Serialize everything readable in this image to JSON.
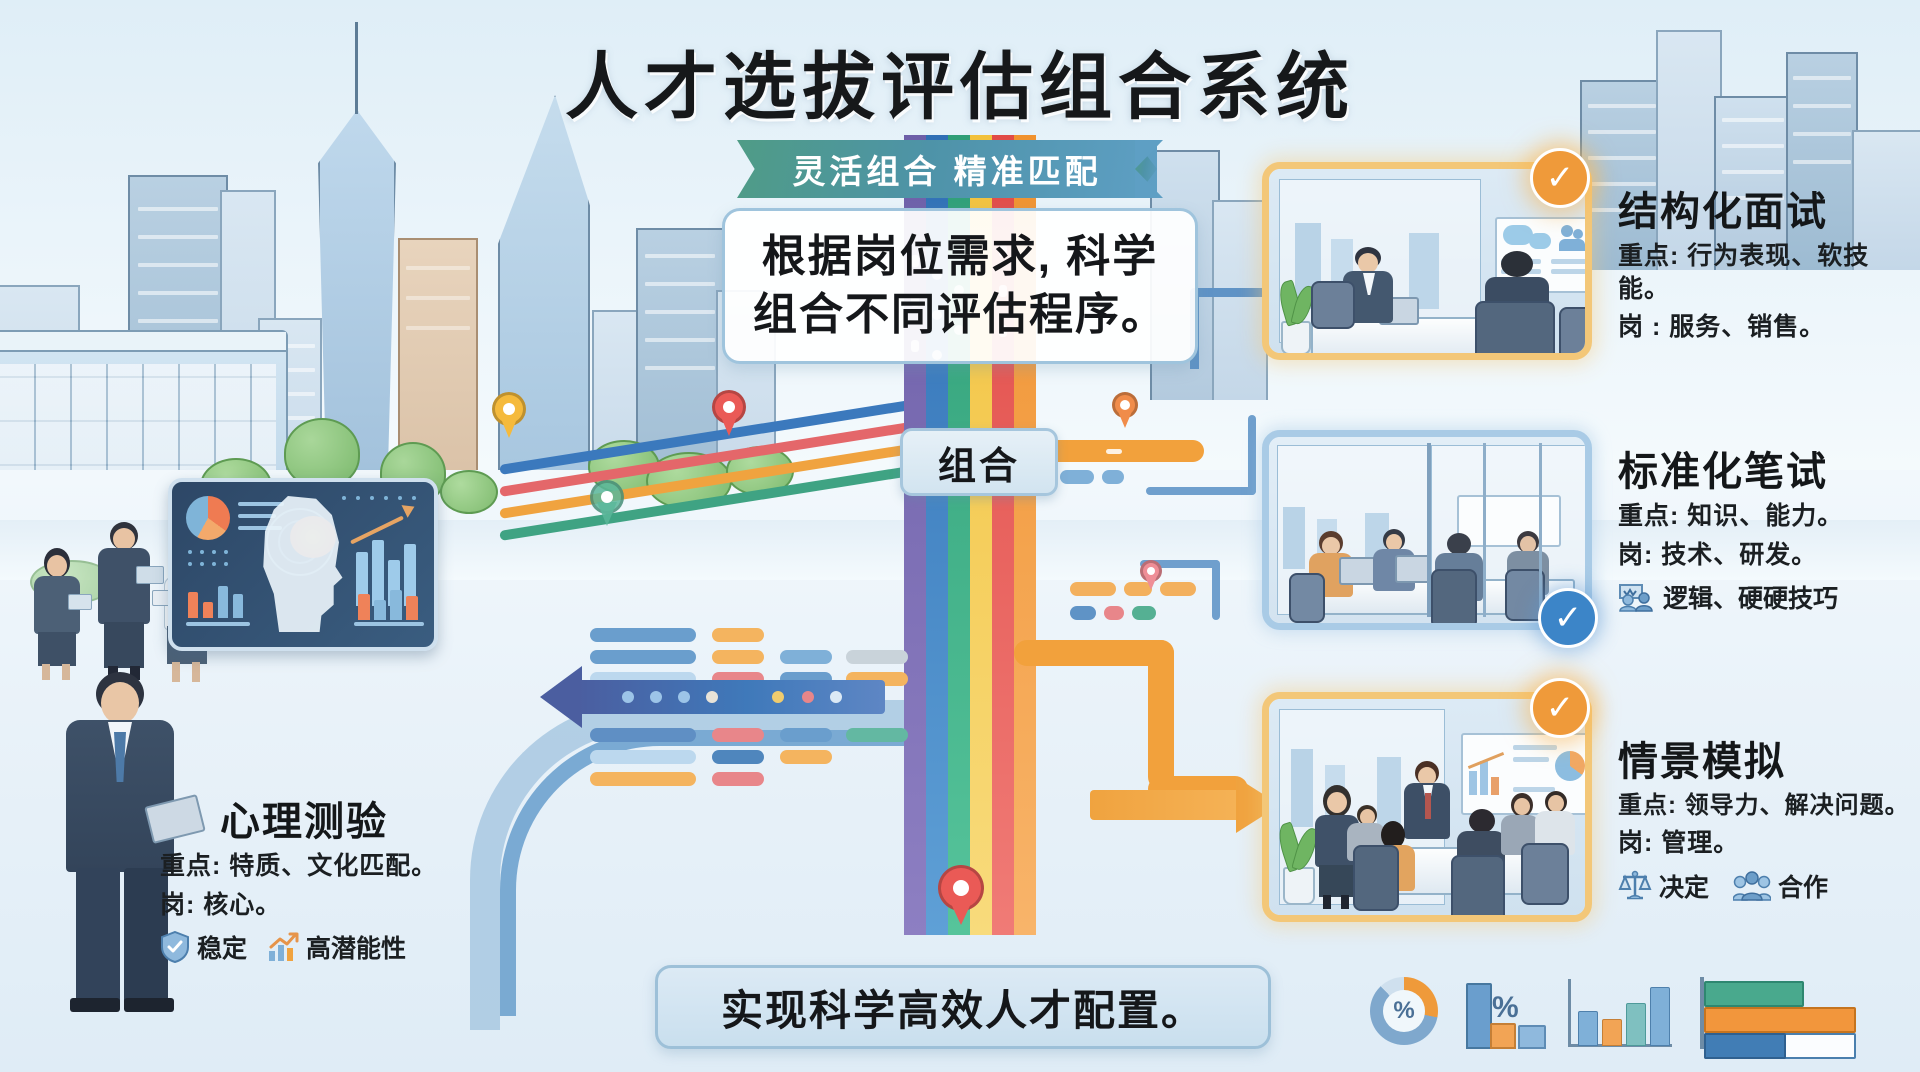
{
  "title": "人才选拔评估组合系统",
  "ribbon": {
    "text": "灵活组合 精准匹配"
  },
  "callout": {
    "line1": "根据岗位需求, 科学",
    "line2": "组合不同评估程序。"
  },
  "center_node": {
    "label": "组合"
  },
  "bottom_statement": {
    "text": "实现科学高效人才配置。"
  },
  "methods": [
    {
      "id": "structured-interview",
      "title": "结构化面试",
      "focus": "重点: 行为表现、软技能。",
      "roles": "岗 : 服务、销售。",
      "tags": [],
      "badge": "check",
      "badge_color": "#ef9a3a",
      "frame_color": "#f3c778"
    },
    {
      "id": "standardized-written-test",
      "title": "标准化笔试",
      "focus": "重点: 知识、能力。",
      "roles": "岗: 技术、研发。",
      "tags": [
        {
          "icon": "chat-person-icon",
          "label": "逻辑、硬硬技巧"
        }
      ],
      "badge": "check",
      "badge_color": "#3c85c8",
      "frame_color": "#a9cbe6"
    },
    {
      "id": "scenario-simulation",
      "title": "情景模拟",
      "focus": "重点: 领导力、解决问题。",
      "roles": "岗: 管理。",
      "tags": [
        {
          "icon": "scales-icon",
          "label": "决定"
        },
        {
          "icon": "people-icon",
          "label": "合作"
        }
      ],
      "badge": "check",
      "badge_color": "#ef9a3a",
      "frame_color": "#f3c778"
    }
  ],
  "psych": {
    "id": "psychological-test",
    "title": "心理测验",
    "focus": "重点: 特质、文化匹配。",
    "roles": "岗: 核心。",
    "tags": [
      {
        "icon": "shield-check-icon",
        "label": "稳定"
      },
      {
        "icon": "growth-chart-icon",
        "label": "高潜能性"
      }
    ]
  },
  "chart_icons": {
    "donut_label": "%",
    "bar_label": "%"
  },
  "colors": {
    "path_purple": "#6d5fa8",
    "path_blue": "#2f6fb5",
    "path_green": "#2f9e77",
    "path_yellow": "#f2c13c",
    "path_red": "#e14b47",
    "path_orange": "#f0922f",
    "accent_orange": "#ef9a3a",
    "accent_blue": "#3c85c8",
    "ribbon_from": "#4f9c86",
    "ribbon_to": "#5e9fc4",
    "title_color": "#16181a"
  }
}
